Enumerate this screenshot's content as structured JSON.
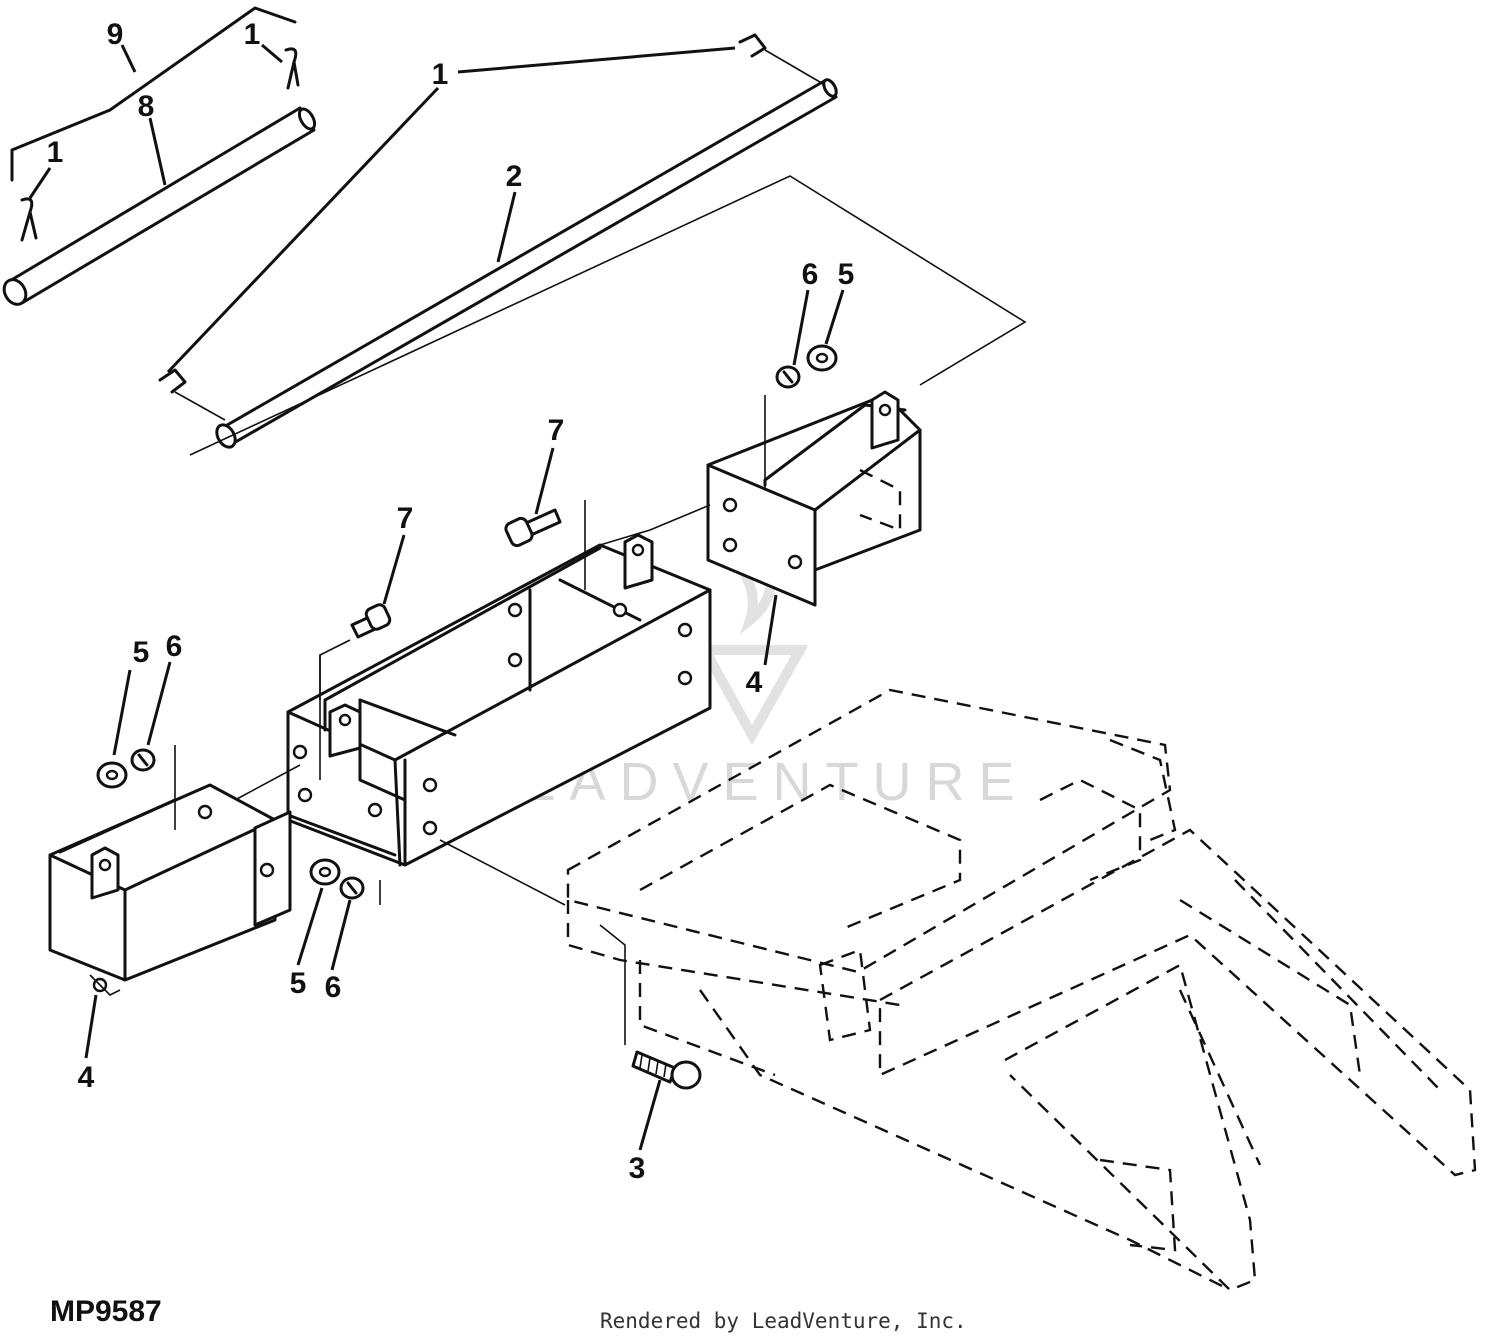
{
  "figure_id": "MP9587",
  "credit": "Rendered by LeadVenture, Inc.",
  "watermark": "LEADVENTURE",
  "callouts": [
    "9",
    "1",
    "8",
    "1",
    "1",
    "2",
    "6",
    "5",
    "7",
    "7",
    "4",
    "5",
    "6",
    "4",
    "5",
    "6",
    "3"
  ]
}
